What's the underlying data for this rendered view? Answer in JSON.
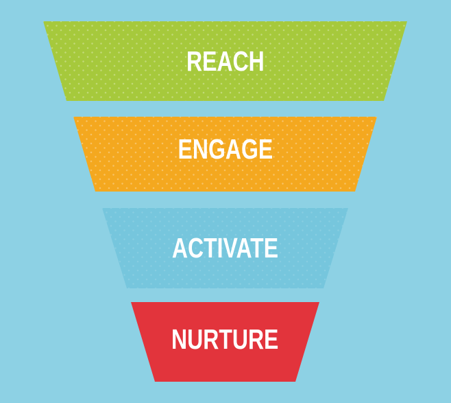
{
  "canvas": {
    "background_color": "#8dd1e4"
  },
  "funnel": {
    "type": "funnel-diagram",
    "text_color": "#ffffff",
    "stages": [
      {
        "label": "REACH",
        "color": "#a6c93c"
      },
      {
        "label": "ENGAGE",
        "color": "#f4a81f"
      },
      {
        "label": "ACTIVATE",
        "color": "#76c6dd"
      },
      {
        "label": "NURTURE",
        "color": "#e2343c"
      }
    ]
  }
}
